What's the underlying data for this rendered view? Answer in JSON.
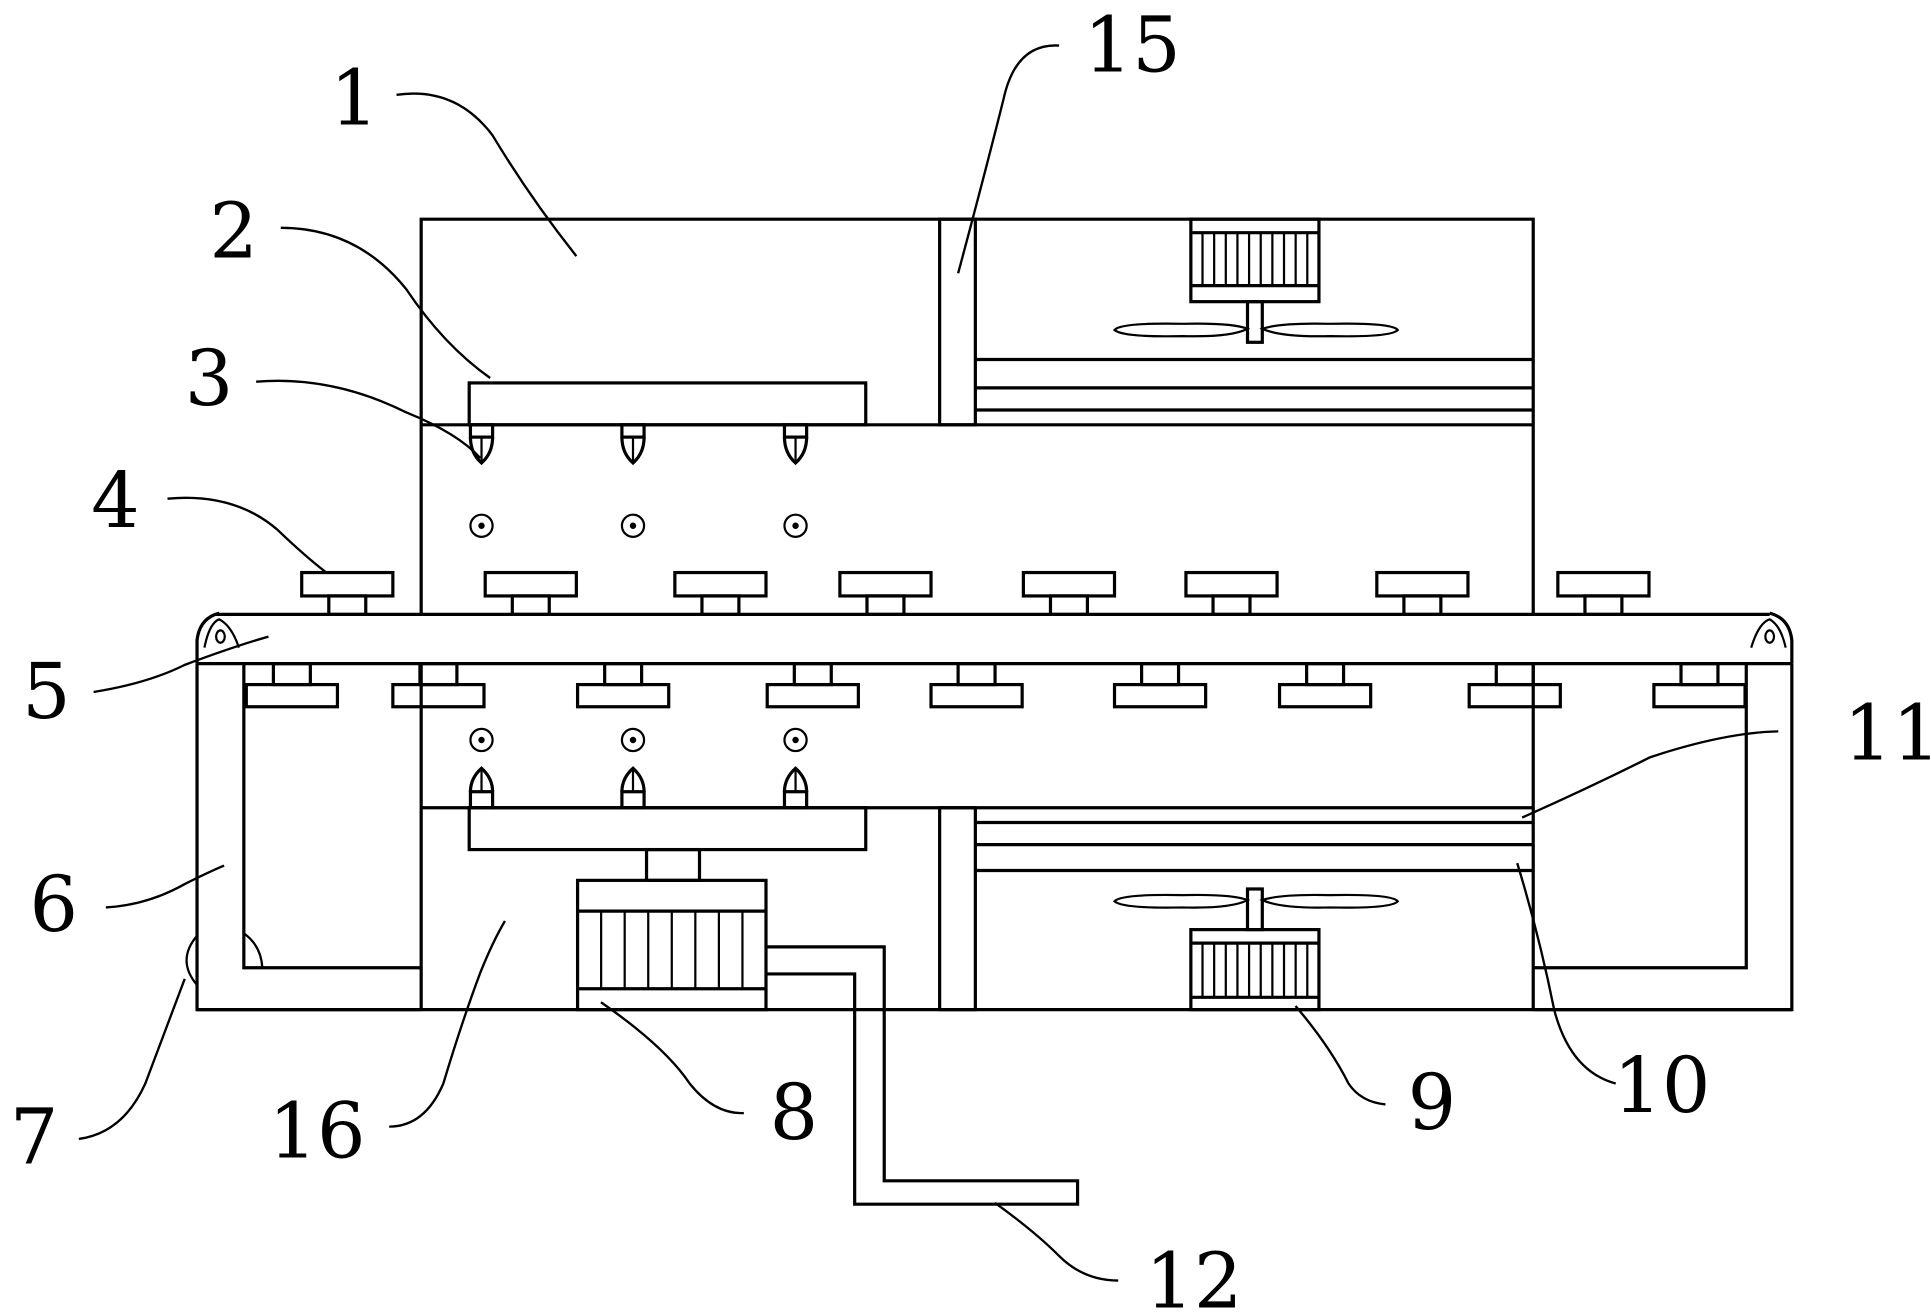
{
  "figure": {
    "type": "patent-drawing",
    "description": "Sectional view of a conveyor-type spray cleaning and drying apparatus with numbered component callouts",
    "line_color": "#000000",
    "background": "#ffffff"
  },
  "labels": [
    {
      "id": "1",
      "text": "1",
      "part": "upper housing"
    },
    {
      "id": "2",
      "text": "2",
      "part": "upper spray pipe"
    },
    {
      "id": "3",
      "text": "3",
      "part": "upper spray nozzle"
    },
    {
      "id": "4",
      "text": "4",
      "part": "workpiece / holder"
    },
    {
      "id": "5",
      "text": "5",
      "part": "conveyor belt"
    },
    {
      "id": "6",
      "text": "6",
      "part": "side frame"
    },
    {
      "id": "7",
      "text": "7",
      "part": "support roller"
    },
    {
      "id": "8",
      "text": "8",
      "part": "pump"
    },
    {
      "id": "9",
      "text": "9",
      "part": "lower fan motor"
    },
    {
      "id": "10",
      "text": "10",
      "part": "lower filter plate"
    },
    {
      "id": "11",
      "text": "11",
      "part": "filter layer"
    },
    {
      "id": "12",
      "text": "12",
      "part": "outlet pipe"
    },
    {
      "id": "15",
      "text": "15",
      "part": "partition plate"
    },
    {
      "id": "16",
      "text": "16",
      "part": "lower housing"
    }
  ],
  "counts": {
    "upper_nozzles": 3,
    "lower_nozzles": 3,
    "upper_sensors": 3,
    "lower_sensors": 3,
    "top_workpieces": 8,
    "bottom_workpieces": 9
  }
}
